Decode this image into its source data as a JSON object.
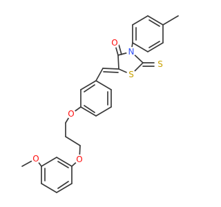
{
  "atom_labels": {
    "ring_n": "N",
    "carbonyl_o": "O",
    "thione_s": "S",
    "ring_s": "S",
    "ether_o_upper": "O",
    "ether_o_lower": "O",
    "methoxy_o": "O"
  },
  "colors": {
    "bond": "#3a3a3a",
    "nitrogen": "#3050f8",
    "oxygen": "#ff0d0d",
    "sulfur": "#c8a000",
    "background": "#ffffff"
  }
}
